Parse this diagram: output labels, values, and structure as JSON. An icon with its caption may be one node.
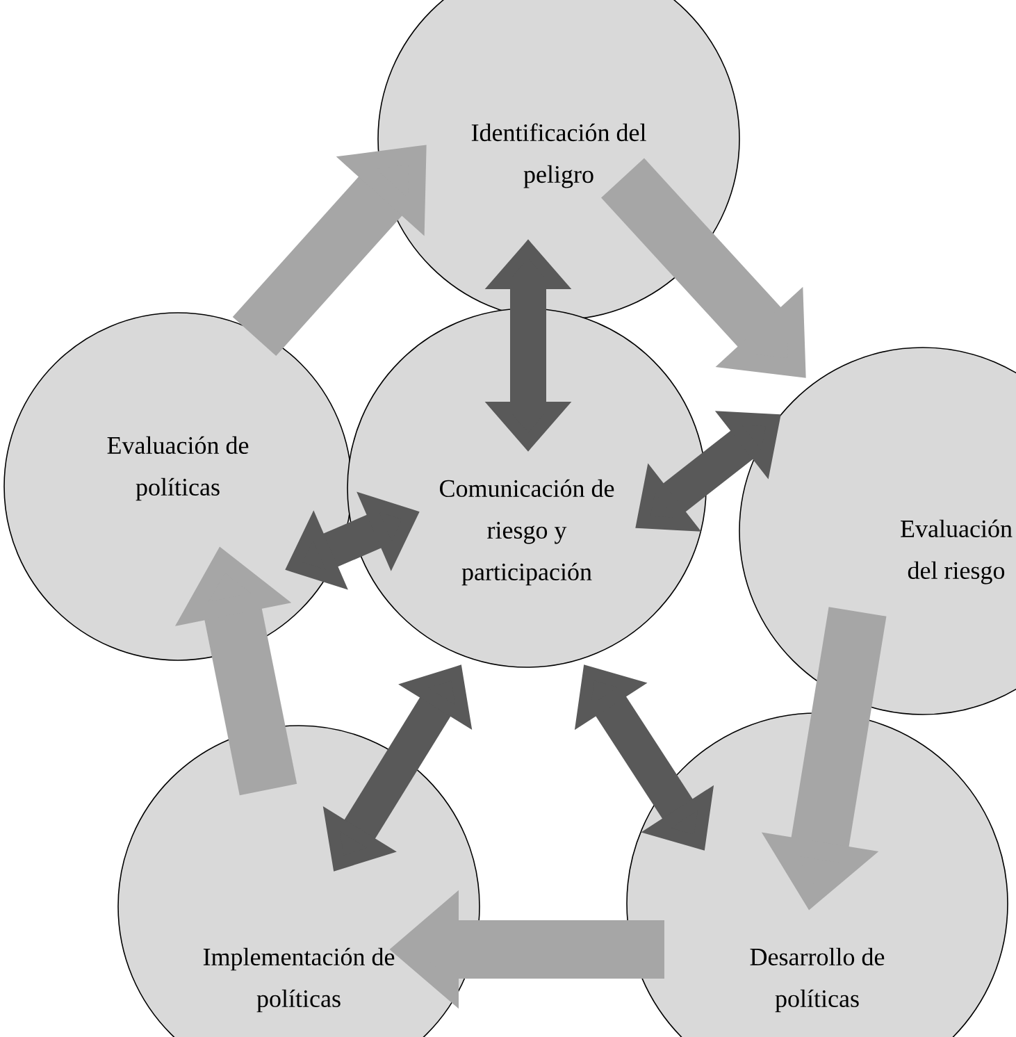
{
  "diagram": {
    "nodes": [
      {
        "text": [
          "Identificación del peligro"
        ]
      },
      {
        "text": [
          "Evaluación del riesgo"
        ]
      },
      {
        "text": [
          "Desarrollo de políticas"
        ]
      },
      {
        "text": [
          "Implementación de políticas"
        ]
      },
      {
        "text": [
          "Evaluación de políticas"
        ]
      },
      {
        "text": [
          "Comunicación de riesgo y participación"
        ]
      }
    ],
    "edges": [
      {
        "from": 0,
        "to": 1,
        "arrow": "to"
      },
      {
        "from": 1,
        "to": 2,
        "arrow": "to"
      },
      {
        "from": 2,
        "to": 3,
        "arrow": "to"
      },
      {
        "from": 3,
        "to": 4,
        "arrow": "to"
      },
      {
        "from": 4,
        "to": 0,
        "arrow": "to"
      },
      {
        "from": 5,
        "to": 0,
        "arrow": "both",
        "color": "#595959"
      },
      {
        "from": 5,
        "to": 1,
        "arrow": "both",
        "color": "#595959"
      },
      {
        "from": 5,
        "to": 2,
        "arrow": "both",
        "color": "#595959"
      },
      {
        "from": 5,
        "to": 3,
        "arrow": "both",
        "color": "#595959"
      },
      {
        "from": 5,
        "to": 4,
        "arrow": "both",
        "color": "#595959"
      }
    ]
  }
}
